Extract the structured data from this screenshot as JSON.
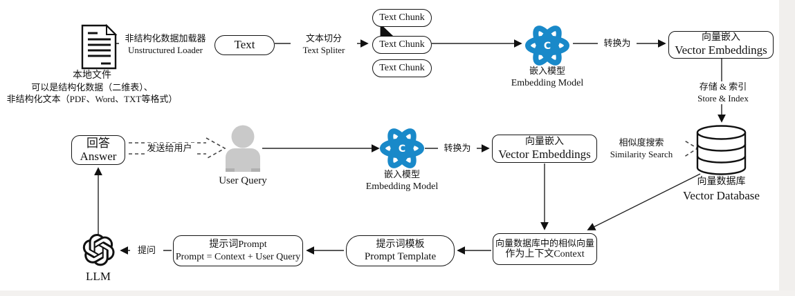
{
  "colors": {
    "atom_blue": "#1989c9",
    "line": "#222222",
    "icon_gray": "#c9c9c9",
    "edge_strip": "#f1efed"
  },
  "icons": {
    "document_icon": "document-with-lines",
    "atom_center_letter": "C",
    "user_icon": "person-silhouette",
    "database_icon": "cylinder-database",
    "llm_icon": "openai-knot",
    "cursor_icon": "mouse-pointer"
  },
  "top_row": {
    "local_file": {
      "title": "本地文件",
      "line2": "可以是结构化数据（二维表）、",
      "line3": "非结构化文本（PDF、Word、TXT等格式）"
    },
    "loader_label_zh": "非结构化数据加载器",
    "loader_label_en": "Unstructured Loader",
    "text_box": "Text",
    "split_label_zh": "文本切分",
    "split_label_en": "Text Spliter",
    "chunks": [
      "Text Chunk",
      "Text Chunk",
      "Text Chunk"
    ],
    "embed_zh": "嵌入模型",
    "embed_en": "Embedding Model",
    "convert_label": "转换为",
    "ve_zh": "向量嵌入",
    "ve_en": "Vector Embeddings",
    "store_zh": "存储 & 索引",
    "store_en": "Store & Index",
    "db_zh": "向量数据库",
    "db_en": "Vector Database"
  },
  "mid_row": {
    "answer_zh": "回答",
    "answer_en": "Answer",
    "send_label": "发送给用户",
    "user_label": "User Query",
    "embed_zh": "嵌入模型",
    "embed_en": "Embedding Model",
    "convert_label": "转换为",
    "ve_zh": "向量嵌入",
    "ve_en": "Vector Embeddings",
    "sim_zh": "相似度搜索",
    "sim_en": "Similarity Search"
  },
  "bottom_row": {
    "llm_label": "LLM",
    "ask_label": "提问",
    "prompt_zh": "提示词Prompt",
    "prompt_en": "Prompt = Context + User Query",
    "template_zh": "提示词模板",
    "template_en": "Prompt Template",
    "context_zh": "向量数据库中的相似向量",
    "context_en": "作为上下文Context"
  }
}
